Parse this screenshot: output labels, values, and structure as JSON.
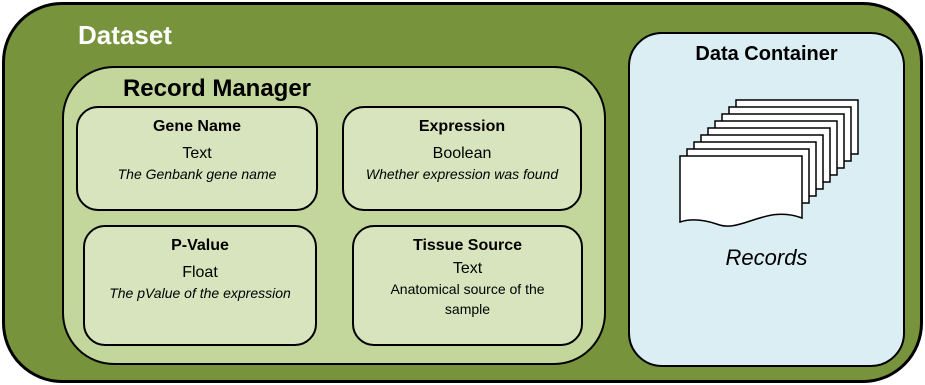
{
  "dataset": {
    "title": "Dataset"
  },
  "record_manager": {
    "title": "Record Manager",
    "fields": [
      {
        "name": "Gene Name",
        "type": "Text",
        "description": "The Genbank gene name"
      },
      {
        "name": "Expression",
        "type": "Boolean",
        "description": "Whether expression was found"
      },
      {
        "name": "P-Value",
        "type": "Float",
        "description": "The pValue of the expression"
      },
      {
        "name": "Tissue Source",
        "type": "Text",
        "description": "Anatomical source of the sample"
      }
    ]
  },
  "data_container": {
    "title": "Data Container",
    "records_label": "Records",
    "icon": "stacked-documents-icon"
  },
  "colors": {
    "dataset_bg": "#77933c",
    "manager_bg": "#c3d69b",
    "field_bg": "#d7e4bd",
    "container_bg": "#dbeef4"
  }
}
